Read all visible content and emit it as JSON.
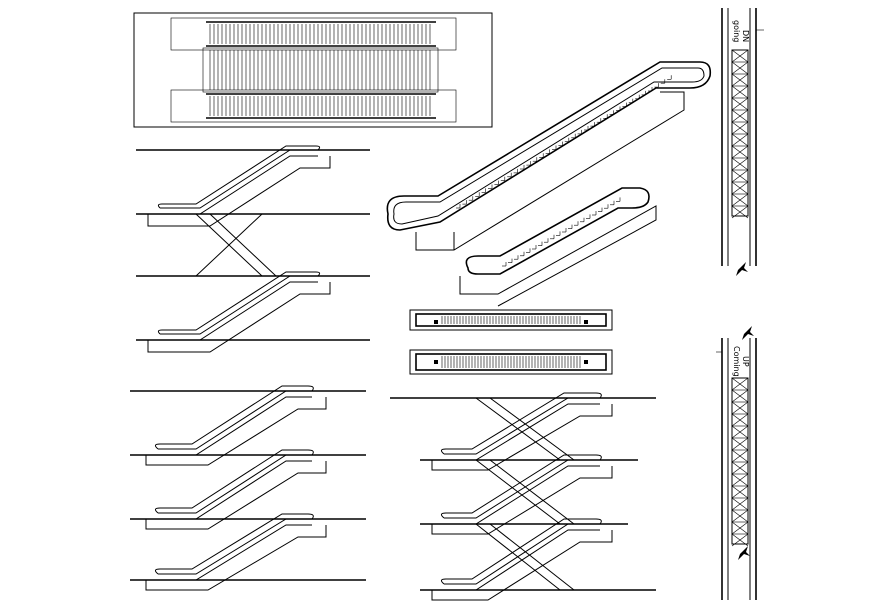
{
  "labels": {
    "going_down": [
      "going",
      "DN"
    ],
    "coming_up": [
      "Coming",
      "UP"
    ]
  },
  "colors": {
    "line": "#000000",
    "background": "#ffffff"
  },
  "icons": {
    "arrow_down": "walking-person-icon",
    "arrow_up": "walking-person-icon"
  }
}
